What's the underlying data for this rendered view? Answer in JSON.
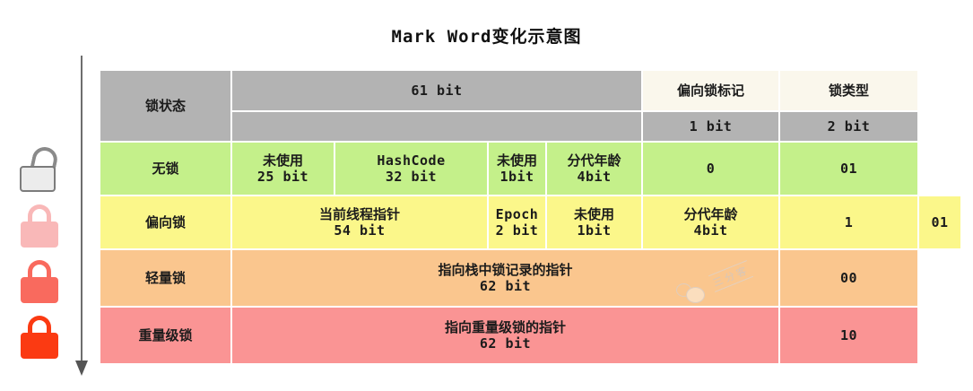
{
  "title": "Mark Word变化示意图",
  "axis": {
    "name": "lock-escalation-arrow"
  },
  "locks": [
    {
      "state": "unlocked",
      "color": "#ececec",
      "label": "无锁"
    },
    {
      "state": "biased",
      "color": "#f9b8b8",
      "label": "偏向锁"
    },
    {
      "state": "light",
      "color": "#f96a5e",
      "label": "轻量锁"
    },
    {
      "state": "heavy",
      "color": "#fb3a12",
      "label": "重量级锁"
    }
  ],
  "table": {
    "header": {
      "state_col": "锁状态",
      "bits_col": "61 bit",
      "biased_flag_col": "偏向锁标记",
      "lock_type_col": "锁类型",
      "biased_flag_bits": "1 bit",
      "lock_type_bits": "2 bit"
    },
    "rows": [
      {
        "state": "无锁",
        "color": "#c4f08a",
        "fields": [
          {
            "name": "未使用",
            "bits": "25 bit"
          },
          {
            "name": "HashCode",
            "bits": "32 bit"
          },
          {
            "name": "未使用",
            "bits": "1bit"
          },
          {
            "name": "分代年龄",
            "bits": "4bit"
          }
        ],
        "biased_flag": "0",
        "lock_type": "01"
      },
      {
        "state": "偏向锁",
        "color": "#fbf78a",
        "fields": [
          {
            "name": "当前线程指针",
            "bits": "54 bit"
          },
          {
            "name": "Epoch",
            "bits": "2 bit"
          },
          {
            "name": "未使用",
            "bits": "1bit"
          },
          {
            "name": "分代年龄",
            "bits": "4bit"
          }
        ],
        "biased_flag": "1",
        "lock_type": "01"
      },
      {
        "state": "轻量锁",
        "color": "#fac68e",
        "fields": [
          {
            "name": "指向栈中锁记录的指针",
            "bits": "62 bit"
          }
        ],
        "biased_flag": "",
        "lock_type": "00"
      },
      {
        "state": "重量级锁",
        "color": "#fa9494",
        "fields": [
          {
            "name": "指向重量级锁的指针",
            "bits": "62 bit"
          }
        ],
        "biased_flag": "",
        "lock_type": "10"
      }
    ]
  },
  "watermark": {
    "text": "三分客"
  }
}
